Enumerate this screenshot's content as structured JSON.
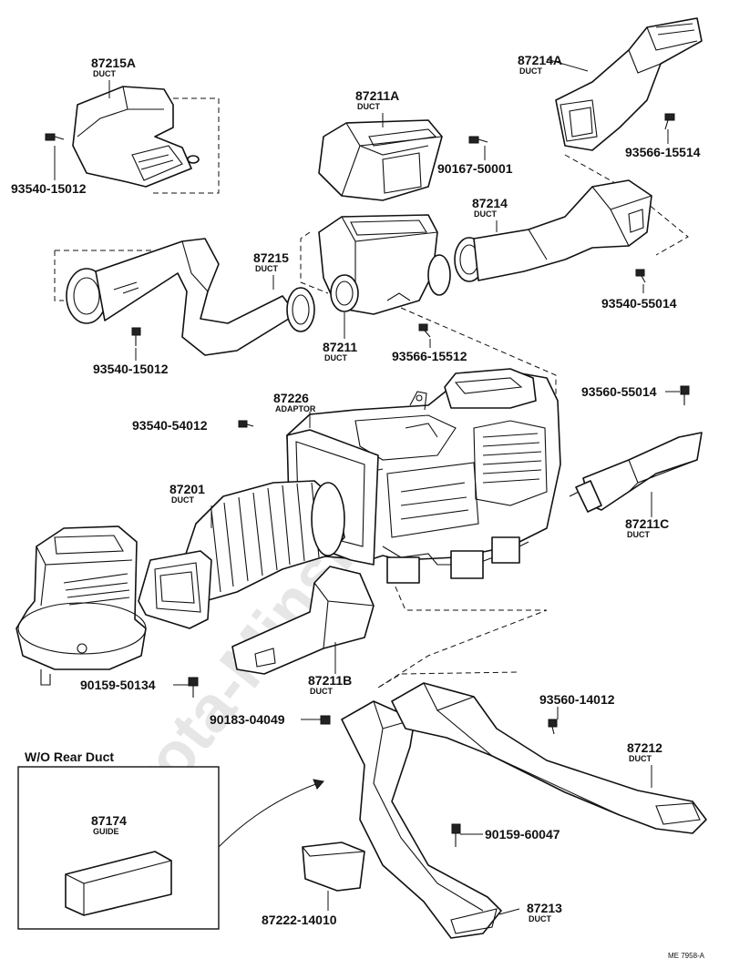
{
  "watermark": "Toyota-Minsk.ru",
  "footer_code": "ME 7958-A",
  "inset": {
    "title": "W/O Rear Duct"
  },
  "parts": {
    "p87215A": {
      "number": "87215A",
      "name": "DUCT"
    },
    "p87214A": {
      "number": "87214A",
      "name": "DUCT"
    },
    "p87211A": {
      "number": "87211A",
      "name": "DUCT"
    },
    "p87215": {
      "number": "87215",
      "name": "DUCT"
    },
    "p87214": {
      "number": "87214",
      "name": "DUCT"
    },
    "p87211": {
      "number": "87211",
      "name": "DUCT"
    },
    "p87226": {
      "number": "87226",
      "name": "ADAPTOR"
    },
    "p87201": {
      "number": "87201",
      "name": "DUCT"
    },
    "p87211C": {
      "number": "87211C",
      "name": "DUCT"
    },
    "p87211B": {
      "number": "87211B",
      "name": "DUCT"
    },
    "p87212": {
      "number": "87212",
      "name": "DUCT"
    },
    "p87213": {
      "number": "87213",
      "name": "DUCT"
    },
    "p87174": {
      "number": "87174",
      "name": "GUIDE"
    }
  },
  "fasteners": {
    "f1": "93540-15012",
    "f2": "93566-15514",
    "f3": "90167-50001",
    "f4": "93540-55014",
    "f5": "93540-15012",
    "f6": "93566-15512",
    "f7": "93560-55014",
    "f8": "93540-54012",
    "f9": "90159-50134",
    "f10": "90183-04049",
    "f11": "93560-14012",
    "f12": "90159-60047",
    "f13": "87222-14010"
  }
}
